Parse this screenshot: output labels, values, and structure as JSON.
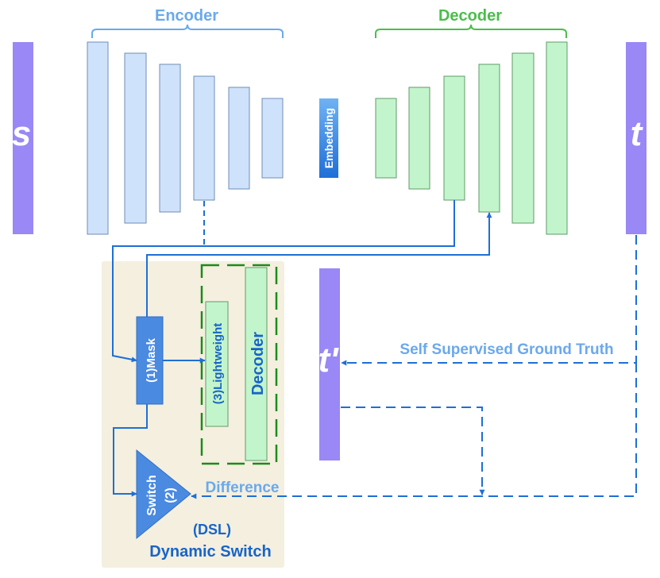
{
  "labels": {
    "encoder": "Encoder",
    "decoder": "Decoder",
    "source": "s",
    "target": "t",
    "pseudo_target": "t'",
    "embedding": "Embedding",
    "mask": "(1)Mask",
    "lightweight": "(3)Lightweight",
    "lightweight_decoder": "Decoder",
    "switch_name": "Switch",
    "switch_index": "(2)",
    "dsl_abbr": "(DSL)",
    "dynamic_switch": "Dynamic Switch",
    "self_supervised": "Self Supervised Ground Truth",
    "difference": "Difference"
  },
  "colors": {
    "encoder_fill": "#cfe2fb",
    "encoder_stroke": "#6f8db5",
    "decoder_fill": "#c3f5cc",
    "decoder_stroke": "#5f9a68",
    "io_bar": "#9988f5",
    "encoder_text": "#6aa9ec",
    "decoder_text": "#4cbd4c",
    "arrow": "#1e6fd6",
    "mask_fill": "#4a8ae0",
    "dsl_panel": "#f4efdf",
    "dsl_text": "#1864c8",
    "lightweight_border": "#1a8c1a",
    "self_supervised_text": "#6aa9ec"
  }
}
